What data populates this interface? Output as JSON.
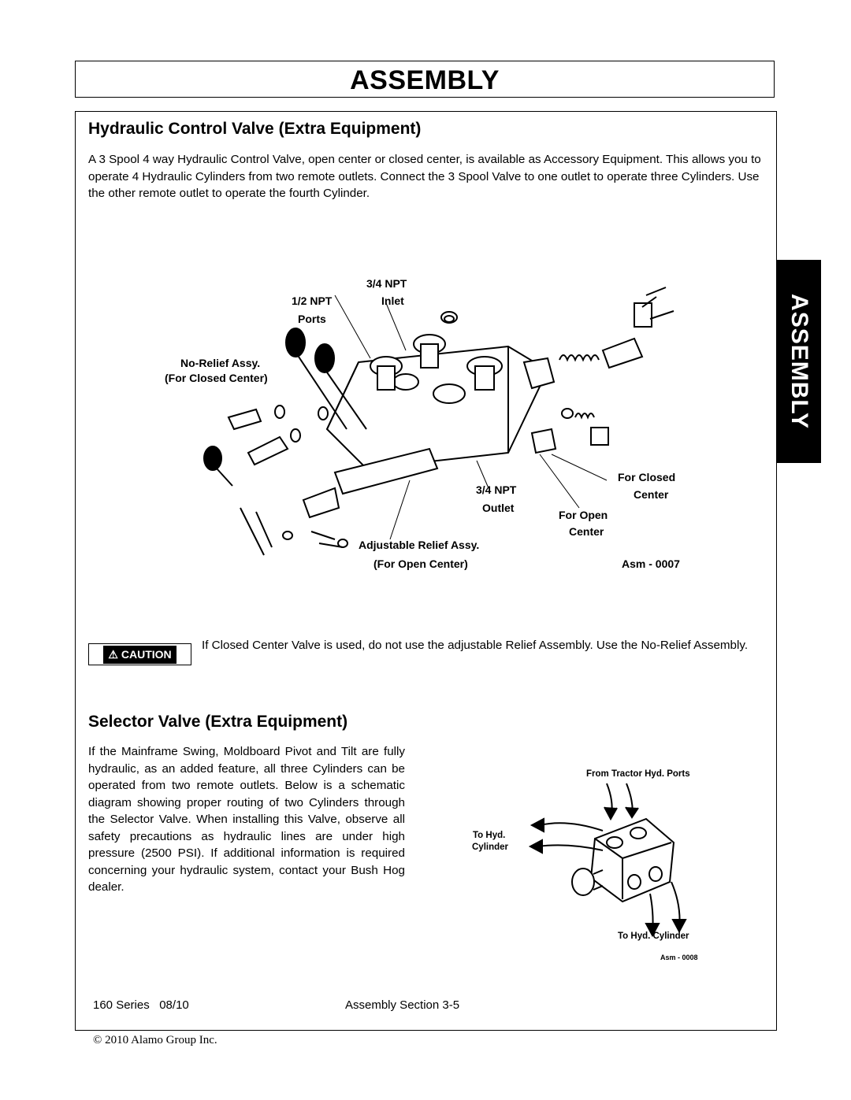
{
  "header": {
    "title": "ASSEMBLY"
  },
  "side_tab": {
    "label": "ASSEMBLY"
  },
  "section1": {
    "heading": "Hydraulic Control Valve (Extra Equipment)",
    "body": "A 3 Spool 4 way Hydraulic Control Valve, open center or closed center, is available as Accessory Equipment. This allows you to operate 4 Hydraulic Cylinders from two remote outlets. Connect the 3 Spool Valve to one outlet to operate three Cylinders. Use the other remote outlet to operate the fourth Cylinder."
  },
  "figure1": {
    "labels": {
      "npt_inlet_1": "3/4 NPT",
      "npt_inlet_2": "Inlet",
      "npt_ports_1": "1/2 NPT",
      "npt_ports_2": "Ports",
      "no_relief_1": "No-Relief Assy.",
      "no_relief_2": "(For Closed Center)",
      "outlet_1": "3/4 NPT",
      "outlet_2": "Outlet",
      "for_closed_1": "For Closed",
      "for_closed_2": "Center",
      "for_open_1": "For Open",
      "for_open_2": "Center",
      "adj_relief_1": "Adjustable Relief Assy.",
      "adj_relief_2": "(For Open Center)",
      "asm": "Asm - 0007"
    }
  },
  "caution": {
    "badge": "CAUTION",
    "text": "If Closed Center Valve is used, do not use the adjustable Relief Assembly. Use the No-Relief Assembly."
  },
  "section2": {
    "heading": "Selector Valve (Extra Equipment)",
    "body": "If the Mainframe Swing, Moldboard Pivot and Tilt are fully hydraulic, as an added feature, all three Cylinders can be operated from two remote outlets. Below is a schematic diagram showing proper routing of two Cylinders through the Selector Valve. When installing this Valve, observe all safety precautions as hydraulic lines are under high pressure (2500 PSI). If additional information is required concerning your hydraulic system, contact your Bush Hog dealer."
  },
  "figure2": {
    "labels": {
      "from_tractor": "From Tractor Hyd. Ports",
      "to_hyd_1": "To Hyd.",
      "to_hyd_2": "Cylinder",
      "to_hyd_cyl": "To Hyd. Cylinder",
      "asm": "Asm - 0008"
    }
  },
  "footer": {
    "series": "160 Series   08/10",
    "section": "Assembly Section 3-5",
    "copyright": "© 2010 Alamo Group Inc."
  }
}
